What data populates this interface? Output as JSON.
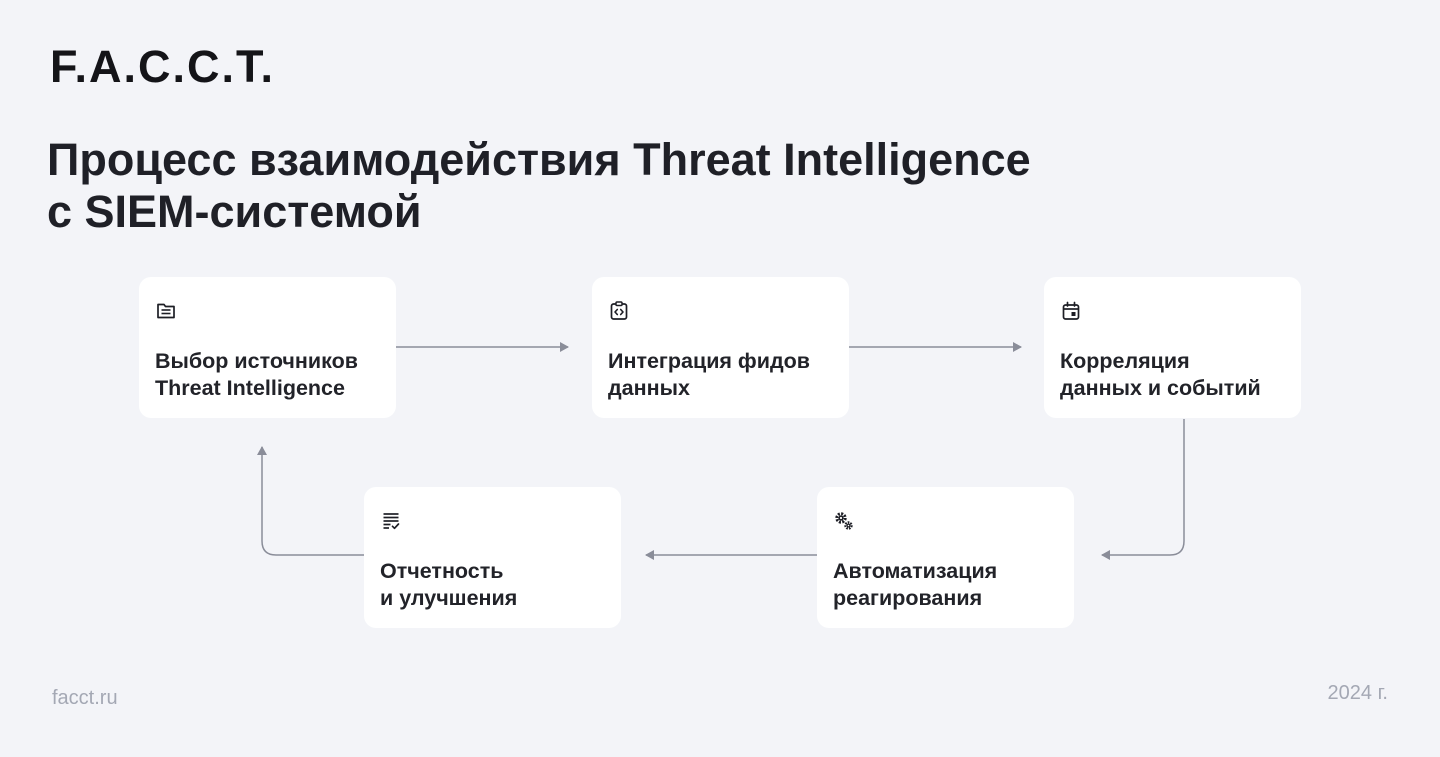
{
  "brand": {
    "logo": "F.A.C.C.T."
  },
  "header": {
    "title_line1": "Процесс взаимодействия Threat Intelligence",
    "title_line2": "с SIEM-системой"
  },
  "steps": [
    {
      "icon": "document-list-icon",
      "line1": "Выбор источников",
      "line2": "Threat Intelligence"
    },
    {
      "icon": "code-clipboard-icon",
      "line1": "Интеграция фидов",
      "line2": "данных"
    },
    {
      "icon": "calendar-icon",
      "line1": "Корреляция",
      "line2": "данных и событий"
    },
    {
      "icon": "gears-icon",
      "line1": "Автоматизация",
      "line2": "реагирования"
    },
    {
      "icon": "report-checklist-icon",
      "line1": "Отчетность",
      "line2": "и улучшения"
    }
  ],
  "footer": {
    "site": "facct.ru",
    "year": "2024 г."
  },
  "colors": {
    "background": "#f3f4f8",
    "card": "#ffffff",
    "text": "#1f2027",
    "connector": "#8a8d99",
    "muted": "#a4a8b4"
  }
}
